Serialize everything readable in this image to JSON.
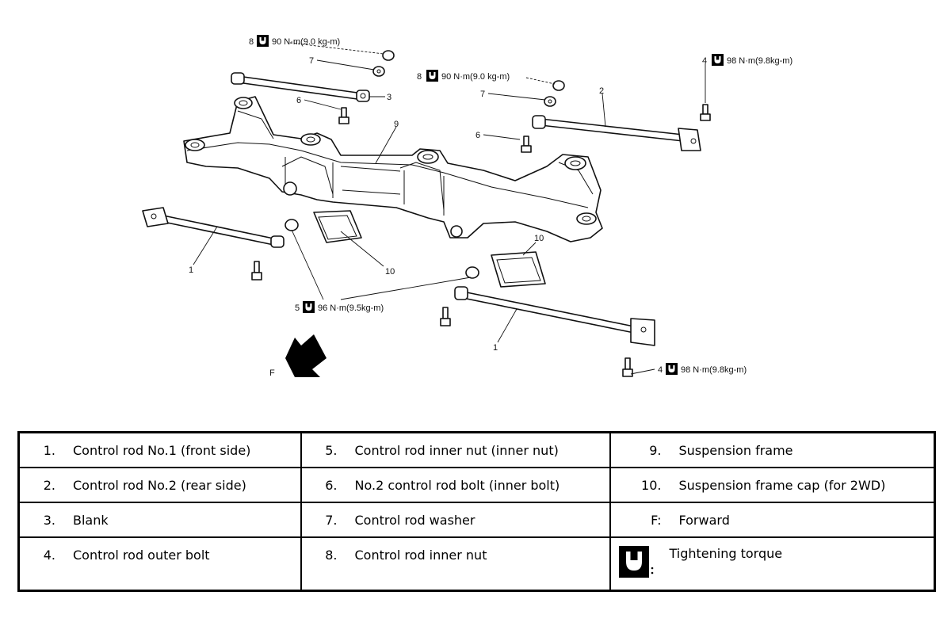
{
  "callouts": {
    "label_1a": "1",
    "label_1b": "1",
    "label_2": "2",
    "label_3": "3",
    "label_4a": "4",
    "label_4b": "4",
    "label_5": "5",
    "label_6a": "6",
    "label_6b": "6",
    "label_7a": "7",
    "label_7b": "7",
    "label_8a": "8",
    "label_8b": "8",
    "label_9": "9",
    "label_10a": "10",
    "label_10b": "10",
    "label_f": "F"
  },
  "torques": {
    "t8a": "90 N·m(9.0 kg-m)",
    "t8b": "90 N·m(9.0 kg-m)",
    "t4a": "98 N·m(9.8kg-m)",
    "t4b": "98 N·m(9.8kg-m)",
    "t5": "96 N·m(9.5kg-m)"
  },
  "legend": {
    "rows": [
      [
        {
          "num": "1.",
          "text": "Control rod No.1 (front side)"
        },
        {
          "num": "5.",
          "text": "Control rod inner nut (inner nut)"
        },
        {
          "num": "9.",
          "text": "Suspension frame"
        }
      ],
      [
        {
          "num": "2.",
          "text": "Control rod No.2 (rear side)"
        },
        {
          "num": "6.",
          "text": "No.2 control rod bolt (inner bolt)"
        },
        {
          "num": "10.",
          "text": "Suspension frame cap (for 2WD)"
        }
      ],
      [
        {
          "num": "3.",
          "text": "Blank"
        },
        {
          "num": "7.",
          "text": "Control rod washer"
        },
        {
          "num": "F:",
          "text": "Forward"
        }
      ],
      [
        {
          "num": "4.",
          "text": "Control rod outer bolt"
        },
        {
          "num": "8.",
          "text": "Control rod inner nut"
        },
        {
          "num": ":",
          "text": "Tightening torque"
        }
      ]
    ]
  },
  "icons": {
    "torque": "torque-wrench-icon",
    "forward": "forward-arrow-icon"
  }
}
